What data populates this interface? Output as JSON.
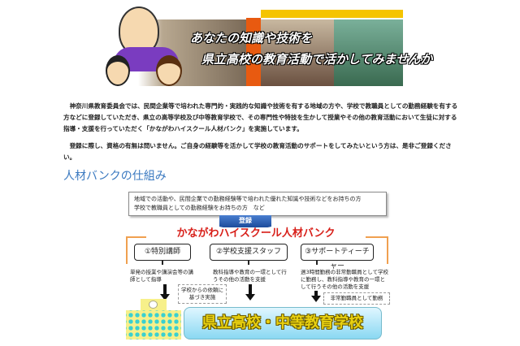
{
  "banner": {
    "line1": "あなたの知識や技術を",
    "line2": "県立高校の教育活動で活かしてみませんか",
    "colors": {
      "orange": "#e85a10",
      "yellow": "#f5c400"
    }
  },
  "intro": {
    "paragraph1": "神奈川県教育委員会では、民間企業等で培われた専門的・実践的な知識や技術を有する地域の方や、学校で教職員としての勤務経験を有する方などに登録していただき、県立の高等学校及び中等教育学校で、その専門性や特技を生かして授業やその他の教育活動において生徒に対する指導・支援を行っていただく「かながわハイスクール人材バンク」を実施しています。",
    "paragraph2": "登録に際し、資格の有無は問いません。ご自身の経験等を活かして学校の教育活動のサポートをしてみたいという方は、是非ご登録ください。"
  },
  "heading": "人材バンクの仕組み",
  "diagram": {
    "eligible_line1": "地域での活動や、民間企業での勤務経験等で培われた優れた知識や技術などをお持ちの方",
    "eligible_line2": "学校で教職員としての勤務経験をお持ちの方　など",
    "register": "登録",
    "bank_name": "かながわハイスクール人材バンク",
    "roles": [
      {
        "label": "①特別講師",
        "desc": "単発の授業や講演会等の講師として指導"
      },
      {
        "label": "②学校支援スタッフ",
        "desc": "教科指導や教育の一環として行うその他の活動を支援"
      },
      {
        "label": "③サポートティーチャー",
        "desc": "週3時間勤務の非常勤職員として学校に勤務し、教科指導や教育の一環として行うその他の活動を支援"
      }
    ],
    "note_request": "学校からの依頼に基づき実施",
    "note_parttime": "非常勤職員として勤務",
    "school": "県立高校・中等教育学校",
    "colors": {
      "bank_title": "#d8201a",
      "frame": "#f0a050",
      "register": "#1f4f9f",
      "heading": "#3a79c0"
    }
  }
}
